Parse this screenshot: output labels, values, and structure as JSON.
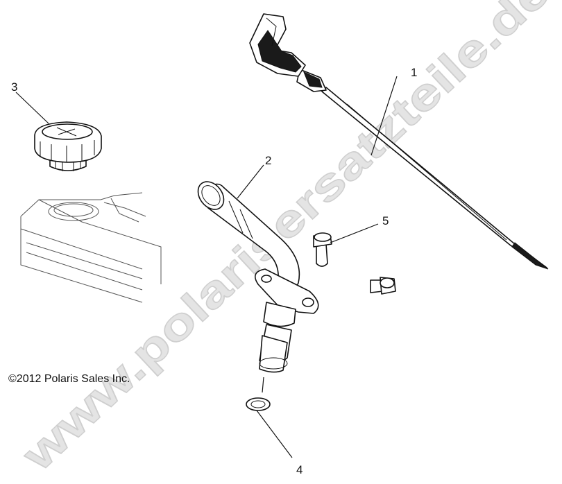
{
  "callouts": {
    "c1": "1",
    "c2": "2",
    "c3": "3",
    "c4": "4",
    "c5": "5"
  },
  "copyright": "©2012 Polaris Sales Inc.",
  "watermark": "www.polarisersatzteile.de"
}
